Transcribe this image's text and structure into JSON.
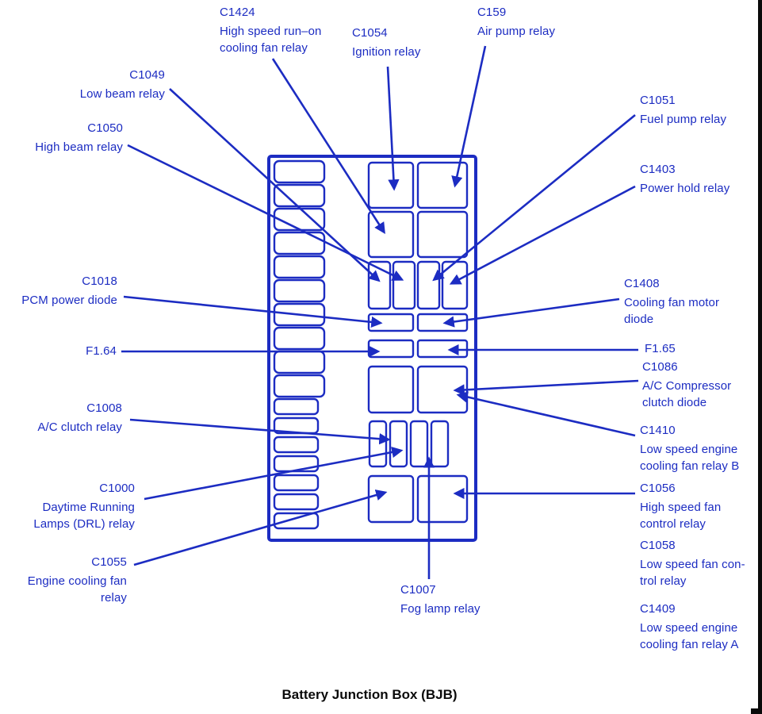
{
  "footer": {
    "title": "Battery Junction Box (BJB)"
  },
  "colors": {
    "accent": "#1c2cc2",
    "title_color": "#0a0a0a",
    "background": "#ffffff"
  },
  "diagram": {
    "name": "Battery Junction Box fuse and relay layout",
    "labels": {
      "c1424": {
        "code": "C1424",
        "desc": "High speed run–on\ncooling fan relay"
      },
      "c1054": {
        "code": "C1054",
        "desc": "Ignition relay"
      },
      "c159": {
        "code": "C159",
        "desc": "Air pump relay"
      },
      "c1049": {
        "code": "C1049",
        "desc": "Low beam relay"
      },
      "c1050": {
        "code": "C1050",
        "desc": "High beam relay"
      },
      "c1051": {
        "code": "C1051",
        "desc": "Fuel pump relay"
      },
      "c1403": {
        "code": "C1403",
        "desc": "Power hold relay"
      },
      "c1018": {
        "code": "C1018",
        "desc": "PCM power diode"
      },
      "c1408": {
        "code": "C1408",
        "desc": "Cooling fan motor\ndiode"
      },
      "f164": {
        "code": "F1.64",
        "desc": ""
      },
      "f165": {
        "code": "F1.65",
        "desc": ""
      },
      "c1086": {
        "code": "C1086",
        "desc": "A/C Compressor\nclutch diode"
      },
      "c1008": {
        "code": "C1008",
        "desc": "A/C clutch relay"
      },
      "c1410": {
        "code": "C1410",
        "desc": "Low speed engine\ncooling fan relay B"
      },
      "c1000": {
        "code": "C1000",
        "desc": "Daytime Running\nLamps (DRL) relay"
      },
      "c1056": {
        "code": "C1056",
        "desc": "High speed fan\ncontrol relay"
      },
      "c1055": {
        "code": "C1055",
        "desc": "Engine cooling fan\nrelay"
      },
      "c1058": {
        "code": "C1058",
        "desc": "Low speed fan con-\ntrol relay"
      },
      "c1007": {
        "code": "C1007",
        "desc": "Fog lamp relay"
      },
      "c1409": {
        "code": "C1409",
        "desc": "Low speed engine\ncooling fan relay A"
      }
    }
  }
}
